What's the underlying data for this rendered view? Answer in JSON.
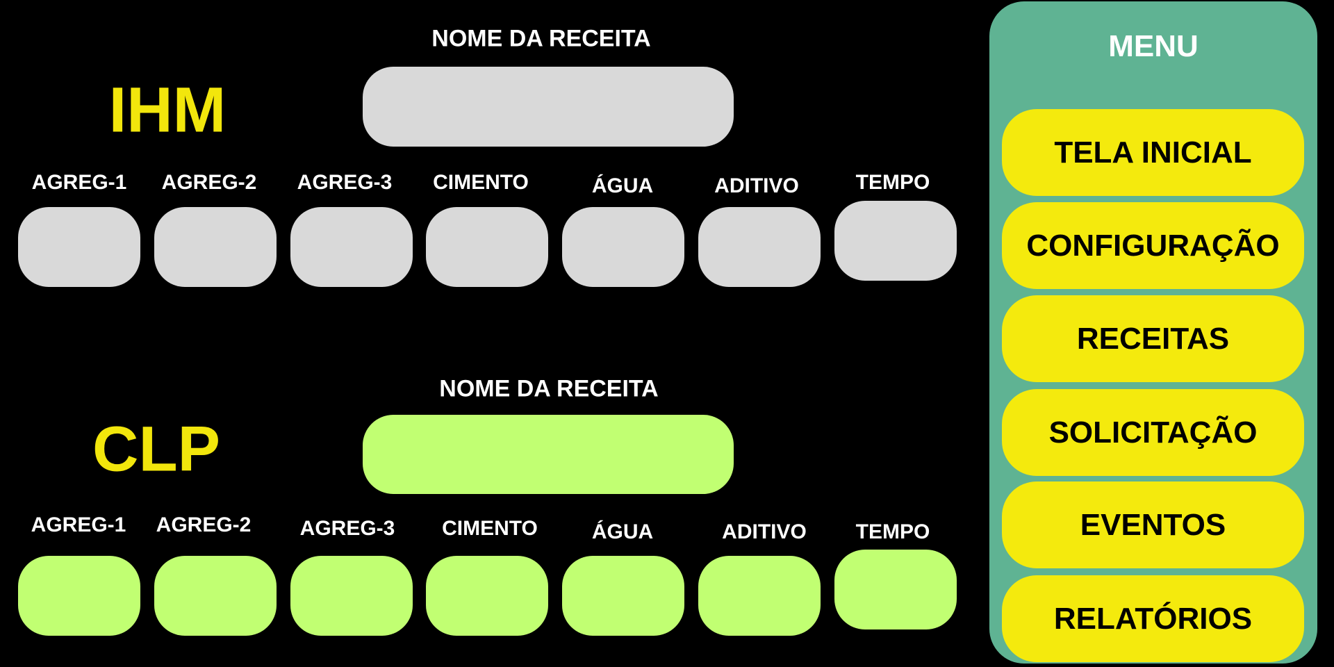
{
  "ihm": {
    "title": "IHM",
    "recipe_name_label": "NOME DA RECEITA",
    "recipe_name_value": "",
    "fields": [
      {
        "label": "AGREG-1",
        "value": ""
      },
      {
        "label": "AGREG-2",
        "value": ""
      },
      {
        "label": "AGREG-3",
        "value": ""
      },
      {
        "label": "CIMENTO",
        "value": ""
      },
      {
        "label": "ÁGUA",
        "value": ""
      },
      {
        "label": "ADITIVO",
        "value": ""
      },
      {
        "label": "TEMPO",
        "value": ""
      }
    ]
  },
  "clp": {
    "title": "CLP",
    "recipe_name_label": "NOME DA RECEITA",
    "recipe_name_value": "",
    "fields": [
      {
        "label": "AGREG-1",
        "value": ""
      },
      {
        "label": "AGREG-2",
        "value": ""
      },
      {
        "label": "AGREG-3",
        "value": ""
      },
      {
        "label": "CIMENTO",
        "value": ""
      },
      {
        "label": "ÁGUA",
        "value": ""
      },
      {
        "label": "ADITIVO",
        "value": ""
      },
      {
        "label": "TEMPO",
        "value": ""
      }
    ]
  },
  "menu": {
    "title": "MENU",
    "items": [
      {
        "label": "TELA INICIAL"
      },
      {
        "label": "CONFIGURAÇÃO"
      },
      {
        "label": "RECEITAS"
      },
      {
        "label": "SOLICITAÇÃO"
      },
      {
        "label": "EVENTOS"
      },
      {
        "label": "RELATÓRIOS"
      }
    ]
  },
  "colors": {
    "background": "#000000",
    "ihm_field": "#d9d9d9",
    "clp_field": "#c1ff72",
    "menu_panel": "#5fb393",
    "menu_button": "#f4ea0d",
    "section_title": "#f2e60c"
  }
}
